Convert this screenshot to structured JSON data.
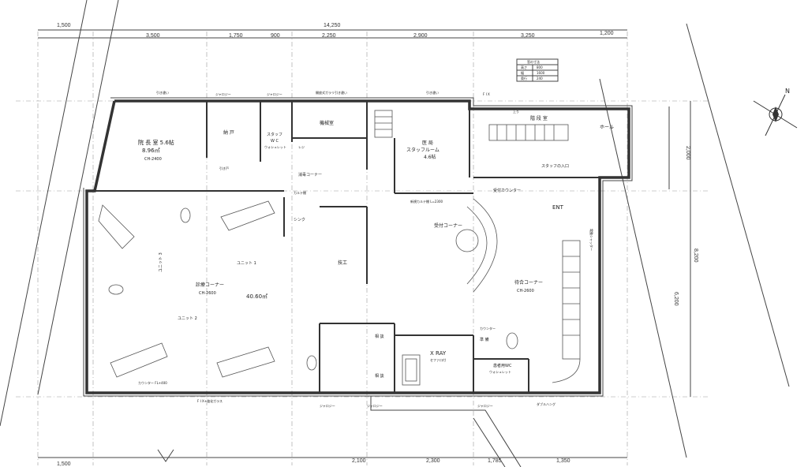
{
  "dimensions": {
    "top": [
      "1,500",
      "14,250",
      "1,200"
    ],
    "top_sub": [
      "3,500",
      "1,750",
      "900",
      "2,250",
      "2,900",
      "3,250"
    ],
    "bottom": [
      "1,500",
      "2,100",
      "2,300",
      "1,785",
      "1,350"
    ],
    "right": [
      "2,000",
      "8,200",
      "6,200"
    ]
  },
  "rooms": {
    "director_room": "院 長 室 5.6帖",
    "director_area": "8.96㎡",
    "director_ch": "CH-2400",
    "closet": "納 戸",
    "staff_wc": "スタッフ",
    "staff_wc2": "W C",
    "washlet": "ウォシュレット",
    "machine_room": "機械室",
    "staff_room": "医 局",
    "staff_room2": "スタッフルーム",
    "staff_area": "4.6帖",
    "hall": "ホール",
    "staff_entrance": "スタッフの入口",
    "treatment": "診療コーナー",
    "treatment_ch": "CH-2600",
    "treatment_area": "40.60㎡",
    "sterile": "消毒コーナー",
    "lab": "技工",
    "sink": "シンク",
    "reception": "受付コーナー",
    "waiting": "待合コーナー",
    "waiting_ch": "CH-2600",
    "entrance": "ENT",
    "xray": "X RAY",
    "xray_sub": "セファロ付",
    "patient_wc": "患者用WC",
    "patient_washlet": "ウォシュレット",
    "consult": "相 談",
    "consult2": "相 談",
    "prep": "準 備",
    "unit1": "ユニット 1",
    "unit2": "ユニット 2",
    "unit3": "ユニット 3",
    "counter": "カウンター",
    "reception_counter": "受付カウンター",
    "stairs": "階 段 室",
    "karte": "カルテ棚",
    "karte2": "新規カルテ棚 L=2300",
    "shutter": "電動シャッター",
    "register": "レジ",
    "counter_fl": "カウンター FL+400"
  },
  "annotations": {
    "jalousie": "ジャロジー",
    "fix": "F I X",
    "fix_glass": "F I X+強化ガラス",
    "double_hung": "ダブルハング",
    "pull_door": "引き違い",
    "entry_top": "開放式ガラリ引き違い",
    "sliding": "引き戸",
    "stair_up": "上り"
  },
  "legend": {
    "rows": [
      [
        "窓の寸法",
        "",
        ""
      ],
      [
        "高さ",
        "800",
        ""
      ],
      [
        "幅",
        "1600",
        ""
      ],
      [
        "奥行",
        "240",
        ""
      ]
    ]
  },
  "compass": "N"
}
